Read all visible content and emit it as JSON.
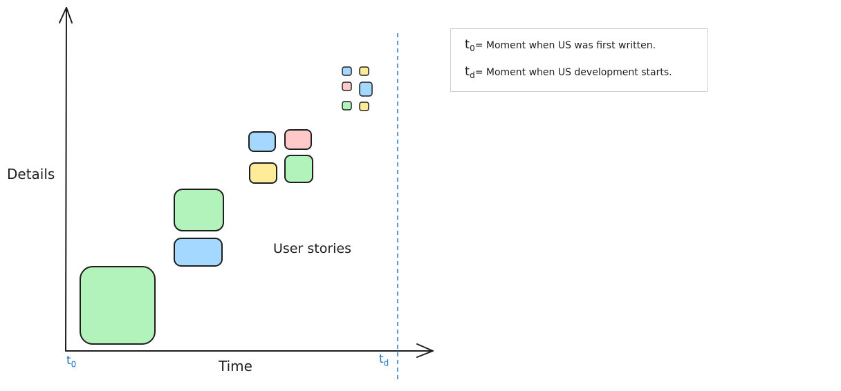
{
  "axes": {
    "y_label": "Details",
    "x_label": "Time",
    "t0": {
      "base": "t",
      "sub": "0"
    },
    "td": {
      "base": "t",
      "sub": "d"
    }
  },
  "center_label": "User stories",
  "legend": {
    "items": [
      {
        "symbol": "t",
        "sub": "0",
        "text": "= Moment when US was first written."
      },
      {
        "symbol": "t",
        "sub": "d",
        "text": "= Moment when US development starts."
      }
    ]
  },
  "colors": {
    "stroke": "#1e1e1e",
    "accent": "#1971c2",
    "green": "#b2f2bb",
    "blue": "#a5d8ff",
    "pink": "#ffc9c9",
    "yellow": "#ffec99"
  },
  "story_cards": [
    {
      "name": "story-card-large-green",
      "color": "green"
    },
    {
      "name": "story-card-medium-green",
      "color": "green"
    },
    {
      "name": "story-card-medium-blue",
      "color": "blue"
    },
    {
      "name": "story-card-small-blue",
      "color": "blue"
    },
    {
      "name": "story-card-small-pink",
      "color": "pink"
    },
    {
      "name": "story-card-small-yellow",
      "color": "yellow"
    },
    {
      "name": "story-card-small-green",
      "color": "green"
    },
    {
      "name": "story-card-tiny-blue-1",
      "color": "blue"
    },
    {
      "name": "story-card-tiny-yellow-1",
      "color": "yellow"
    },
    {
      "name": "story-card-tiny-pink",
      "color": "pink"
    },
    {
      "name": "story-card-tiny-blue-2",
      "color": "blue"
    },
    {
      "name": "story-card-tiny-green",
      "color": "green"
    },
    {
      "name": "story-card-tiny-yellow-2",
      "color": "yellow"
    }
  ]
}
